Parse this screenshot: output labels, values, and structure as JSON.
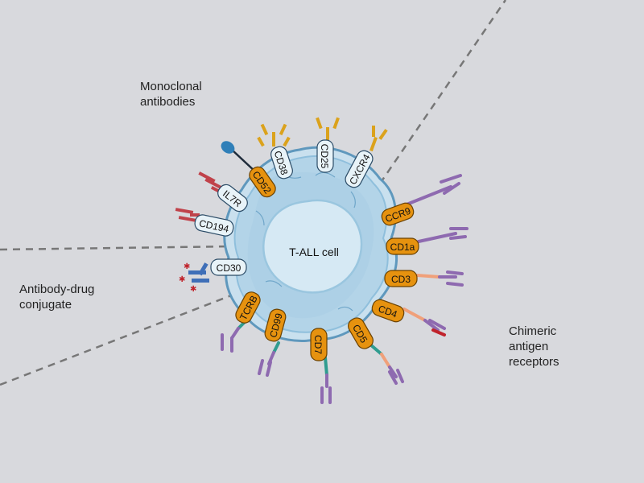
{
  "region_labels": {
    "monoclonal_antibodies": [
      "Monoclonal",
      "antibodies"
    ],
    "antibody_drug_conjugate": [
      "Antibody-drug",
      "conjugate"
    ],
    "chimeric_antigen_receptors": [
      "Chimeric",
      "antigen",
      "receptors"
    ]
  },
  "cell": {
    "label": "T-ALL cell"
  },
  "monoclonal_targets": [
    "CD38",
    "CD25",
    "CXCR4",
    "CD52",
    "IL7R",
    "CD194"
  ],
  "adc_targets": [
    "CD30"
  ],
  "car_targets": [
    "CCR9",
    "CD1a",
    "CD3",
    "CD4",
    "CD5",
    "CD7",
    "CD99",
    "TCRB"
  ],
  "colors": {
    "background": "#d8d9dd",
    "cell_membrane": "#9cc7e0",
    "nucleus": "#cde3f1",
    "antigen_orange": "#e6920f",
    "antigen_light": "#e8f3f8",
    "antibody_gold": "#dba21c",
    "antibody_red": "#c0424a",
    "adc_blue": "#3f6fb8",
    "car_purple": "#8e6ab0",
    "car_teal": "#2f9c8f",
    "car_peach": "#f0a07a"
  }
}
